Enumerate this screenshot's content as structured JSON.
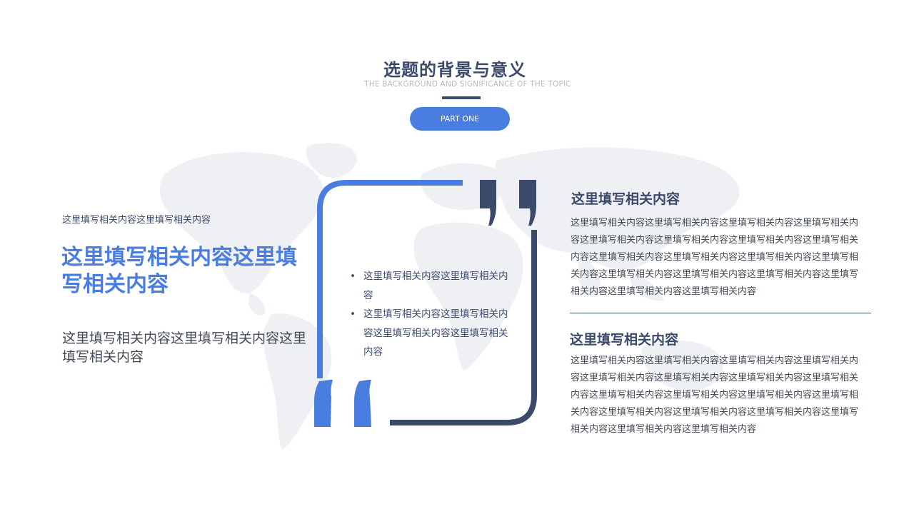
{
  "header": {
    "title": "选题的背景与意义",
    "subtitle": "THE BACKGROUND  AND SIGNIFICANCE OF THE TOPIC",
    "part_label": "PART ONE"
  },
  "left": {
    "small_text": "这里填写相关内容这里填写相关内容",
    "headline": "这里填写相关内容这里填写相关内容",
    "paragraph": "这里填写相关内容这里填写相关内容这里填写相关内容"
  },
  "center": {
    "bullets": [
      "这里填写相关内容这里填写相关内容",
      "这里填写相关内容这里填写相关内容这里填写相关内容这里填写相关内容"
    ]
  },
  "right": {
    "section1": {
      "heading": "这里填写相关内容",
      "body": "这里填写相关内容这里填写相关内容这里填写相关内容这里填写相关内容这里填写相关内容这里填写相关内容这里填写相关内容这里填写相关内容这里填写相关内容这里填写相关内容这里填写相关内容这里填写相关内容这里填写相关内容这里填写相关内容这里填写相关内容这里填写相关内容这里填写相关内容这里填写相关内容"
    },
    "section2": {
      "heading": "这里填写相关内容",
      "body": "这里填写相关内容这里填写相关内容这里填写相关内容这里填写相关内容这里填写相关内容这里填写相关内容这里填写相关内容这里填写相关内容这里填写相关内容这里填写相关内容这里填写相关内容这里填写相关内容这里填写相关内容这里填写相关内容这里填写相关内容这里填写相关内容这里填写相关内容这里填写相关内容"
    }
  },
  "colors": {
    "accent_blue": "#4a7de0",
    "navy": "#3b4a6b",
    "map_gray": "#eef0f3"
  },
  "icons": {
    "frame": "quote-frame",
    "close_quote": "close-quote-icon",
    "open_quote": "open-quote-icon",
    "background": "world-map"
  }
}
